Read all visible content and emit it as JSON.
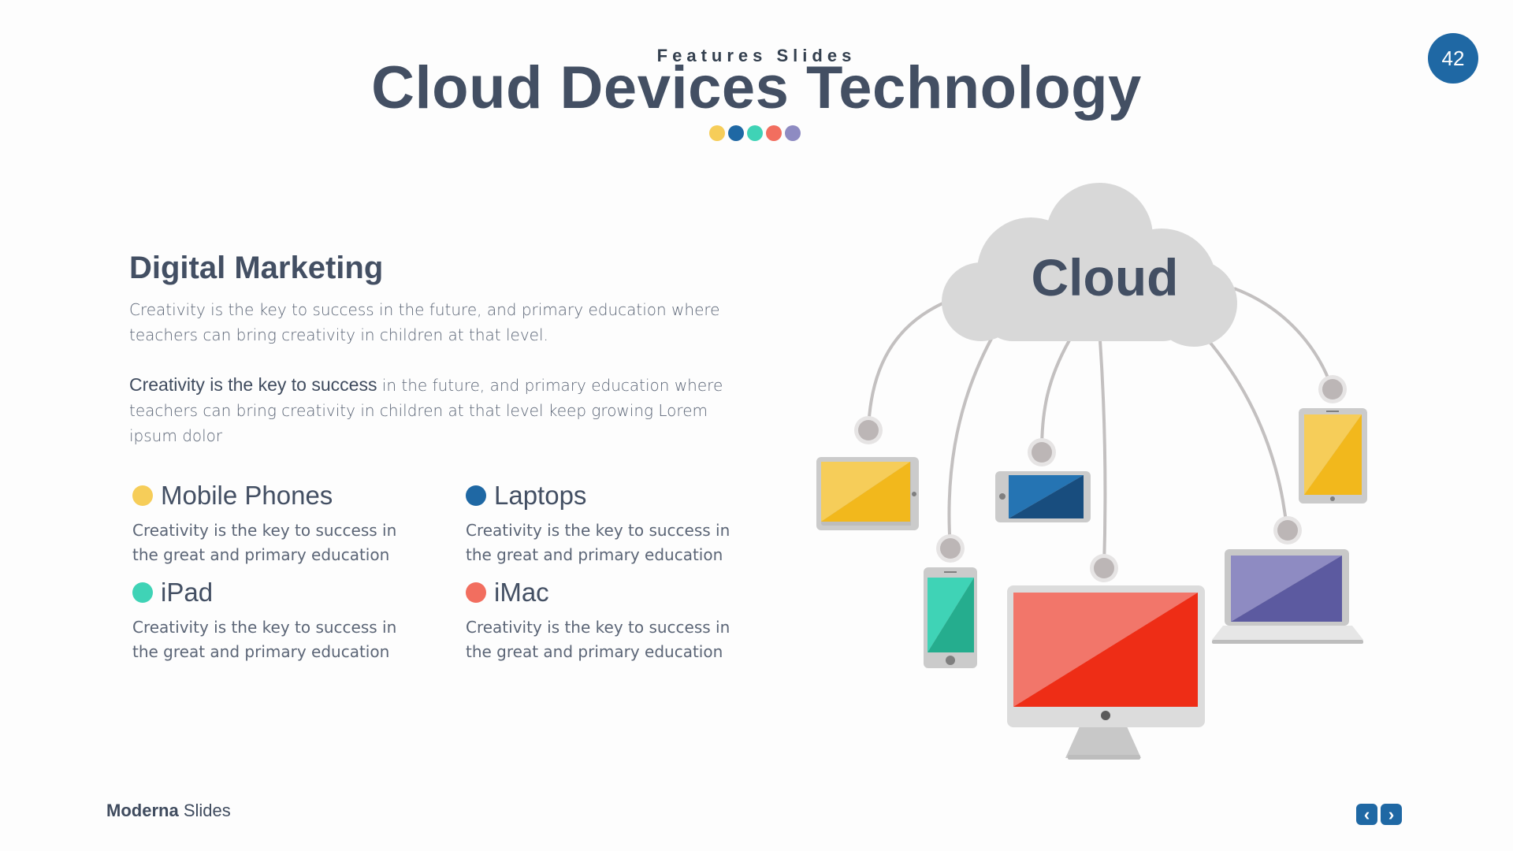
{
  "header": {
    "kicker": "Features Slides",
    "title": "Cloud Devices Technology",
    "dot_colors": [
      "#f6cd59",
      "#1f68a4",
      "#3fd3b6",
      "#f26e5f",
      "#8e8bc2"
    ],
    "page_number": "42"
  },
  "intro": {
    "heading": "Digital Marketing",
    "paragraph1": "Creativity is the key to success in the future, and primary education where teachers can bring creativity in children at that level.",
    "paragraph2_bold": "Creativity is the key to success",
    "paragraph2_rest": " in the future, and primary education where teachers can bring creativity in children at that level keep growing Lorem ipsum dolor"
  },
  "features": [
    {
      "name": "Mobile Phones",
      "color": "#f6cd59",
      "description": "Creativity is the key to success in the great and primary education"
    },
    {
      "name": "Laptops",
      "color": "#1f68a4",
      "description": "Creativity is the key to success in the great and primary education"
    },
    {
      "name": "iPad",
      "color": "#3fd3b6",
      "description": "Creativity is the key to success in the great and primary education"
    },
    {
      "name": "iMac",
      "color": "#f26e5f",
      "description": "Creativity is the key to success in the great and primary education"
    }
  ],
  "diagram": {
    "cloud_label": "Cloud",
    "devices": [
      "tablet-landscape-icon",
      "smartphone-landscape-icon",
      "tablet-portrait-icon",
      "smartphone-portrait-icon",
      "imac-icon",
      "laptop-icon"
    ]
  },
  "footer": {
    "brand_bold": "Moderna",
    "brand_rest": "Slides",
    "prev_icon": "‹",
    "next_icon": "›"
  }
}
